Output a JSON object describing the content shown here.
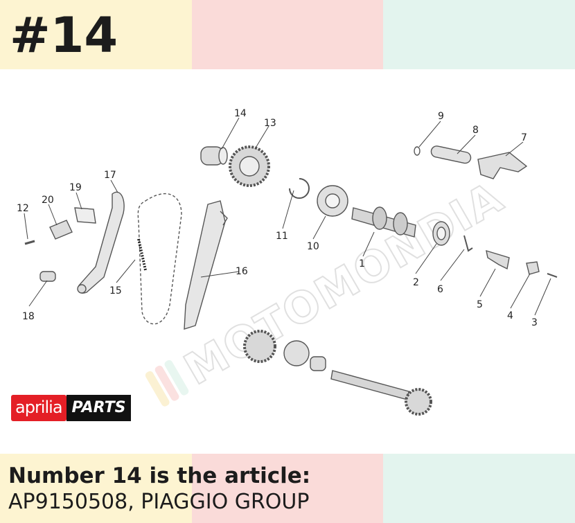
{
  "header": {
    "title": "#14",
    "colors": [
      "#fdf4d1",
      "#fadbd9",
      "#e3f4ee"
    ]
  },
  "diagram": {
    "labels": [
      "14",
      "13",
      "9",
      "8",
      "7",
      "19",
      "17",
      "12",
      "20",
      "11",
      "10",
      "1",
      "16",
      "2",
      "6",
      "5",
      "4",
      "3",
      "15",
      "18"
    ],
    "watermark": "MOTOMONDIA"
  },
  "logo": {
    "brand": "aprilia",
    "parts": "PARTS"
  },
  "footer": {
    "line1": "Number 14 is the article:",
    "line2": "AP9150508, PIAGGIO GROUP"
  }
}
